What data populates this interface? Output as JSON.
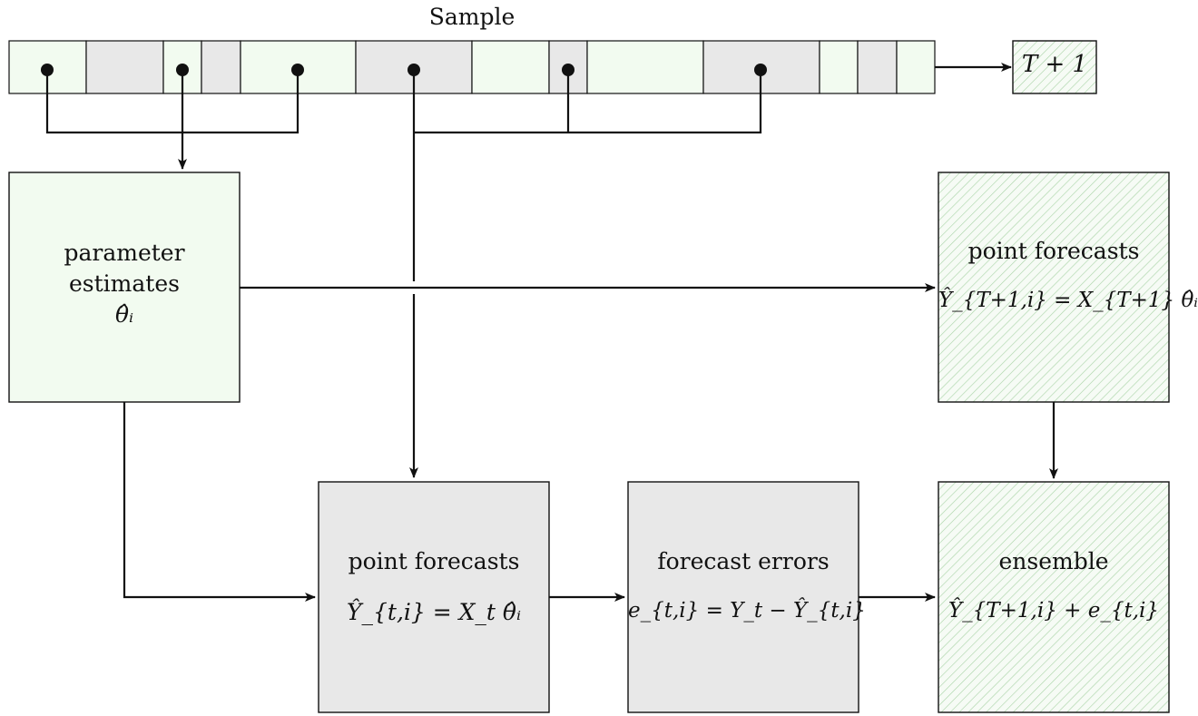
{
  "sample": {
    "title": "Sample",
    "segments": [
      {
        "color": "#f2fbf0"
      },
      {
        "color": "#e8e8e8"
      },
      {
        "color": "#f2fbf0"
      },
      {
        "color": "#e8e8e8"
      },
      {
        "color": "#f2fbf0"
      },
      {
        "color": "#e8e8e8"
      },
      {
        "color": "#f2fbf0"
      },
      {
        "color": "#e8e8e8"
      },
      {
        "color": "#f2fbf0"
      },
      {
        "color": "#e8e8e8"
      },
      {
        "color": "#f2fbf0"
      },
      {
        "color": "#e8e8e8"
      },
      {
        "color": "#f2fbf0"
      }
    ],
    "future_label": "T + 1"
  },
  "nodes": {
    "parameter_estimates": {
      "line1": "parameter",
      "line2": "estimates",
      "formula": "θ̂ᵢ",
      "fill": "#f2fbf0"
    },
    "point_forecasts_future": {
      "title": "point forecasts",
      "formula": "Ŷ_{T+1,i} = X_{T+1} θ̂ᵢ",
      "fill": "hatched-green"
    },
    "point_forecasts_sample": {
      "title": "point forecasts",
      "formula": "Ŷ_{t,i} = X_t θ̂ᵢ",
      "fill": "#e8e8e8"
    },
    "forecast_errors": {
      "title": "forecast errors",
      "formula": "e_{t,i} = Y_t − Ŷ_{t,i}",
      "fill": "#e8e8e8"
    },
    "ensemble": {
      "title": "ensemble",
      "formula": "Ŷ_{T+1,i} + e_{t,i}",
      "fill": "hatched-green"
    }
  },
  "colors": {
    "green_fill": "#f2fbf0",
    "gray_fill": "#e8e8e8",
    "hatch_line": "#9ccb9c",
    "stroke": "#111111"
  }
}
